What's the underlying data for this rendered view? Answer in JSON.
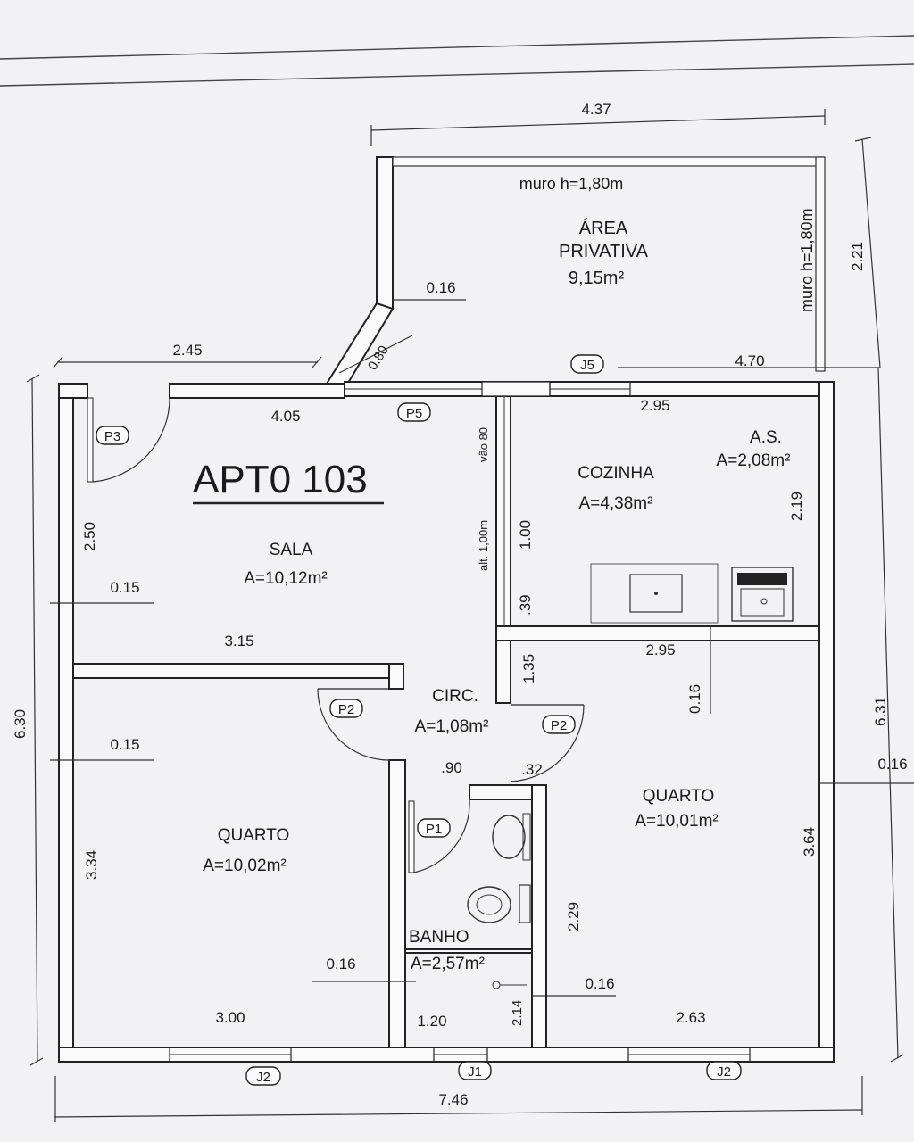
{
  "apartment": {
    "title": "APT0 103"
  },
  "rooms": {
    "area_privativa": {
      "name_line1": "ÁREA",
      "name_line2": "PRIVATIVA",
      "area": "9,15m²"
    },
    "sala": {
      "name": "SALA",
      "area": "A=10,12m²"
    },
    "cozinha": {
      "name": "COZINHA",
      "area": "A=4,38m²"
    },
    "as": {
      "name": "A.S.",
      "area": "A=2,08m²"
    },
    "circ": {
      "name": "CIRC.",
      "area": "A=1,08m²"
    },
    "quarto_left": {
      "name": "QUARTO",
      "area": "A=10,02m²"
    },
    "quarto_right": {
      "name": "QUARTO",
      "area": "A=10,01m²"
    },
    "banho": {
      "name": "BANHO",
      "area": "A=2,57m²"
    }
  },
  "notes": {
    "muro_top": "muro h=1,80m",
    "muro_right": "muro h=1,80m",
    "vao": "vão 80",
    "alt": "alt. 1,00m"
  },
  "tags": {
    "p3": "P3",
    "p5": "P5",
    "j5": "J5",
    "p2_left": "P2",
    "p2_right": "P2",
    "p1": "P1",
    "j2_left": "J2",
    "j1": "J1",
    "j2_right": "J2"
  },
  "dimensions": {
    "d437": "4.37",
    "d245": "2.45",
    "d016_priv": "0.16",
    "d080": "0.80",
    "d470": "4.70",
    "d221": "2.21",
    "d405": "4.05",
    "d295_top": "2.95",
    "d219": "2.19",
    "d100": "1.00",
    "d39": ".39",
    "d250": "2.50",
    "d015_a": "0.15",
    "d315": "3.15",
    "d135": "1.35",
    "d295_mid": "2.95",
    "d016_mid": "0.16",
    "d630": "6.30",
    "d631": "6.31",
    "d016_right": "0.16",
    "d015_b": "0.15",
    "d90": ".90",
    "d32": ".32",
    "d334": "3.34",
    "d364": "3.64",
    "d229": "2.29",
    "d016_bath": "0.16",
    "d214": "2.14",
    "d016_q": "0.16",
    "d300": "3.00",
    "d120": "1.20",
    "d263": "2.63",
    "d746": "7.46"
  }
}
